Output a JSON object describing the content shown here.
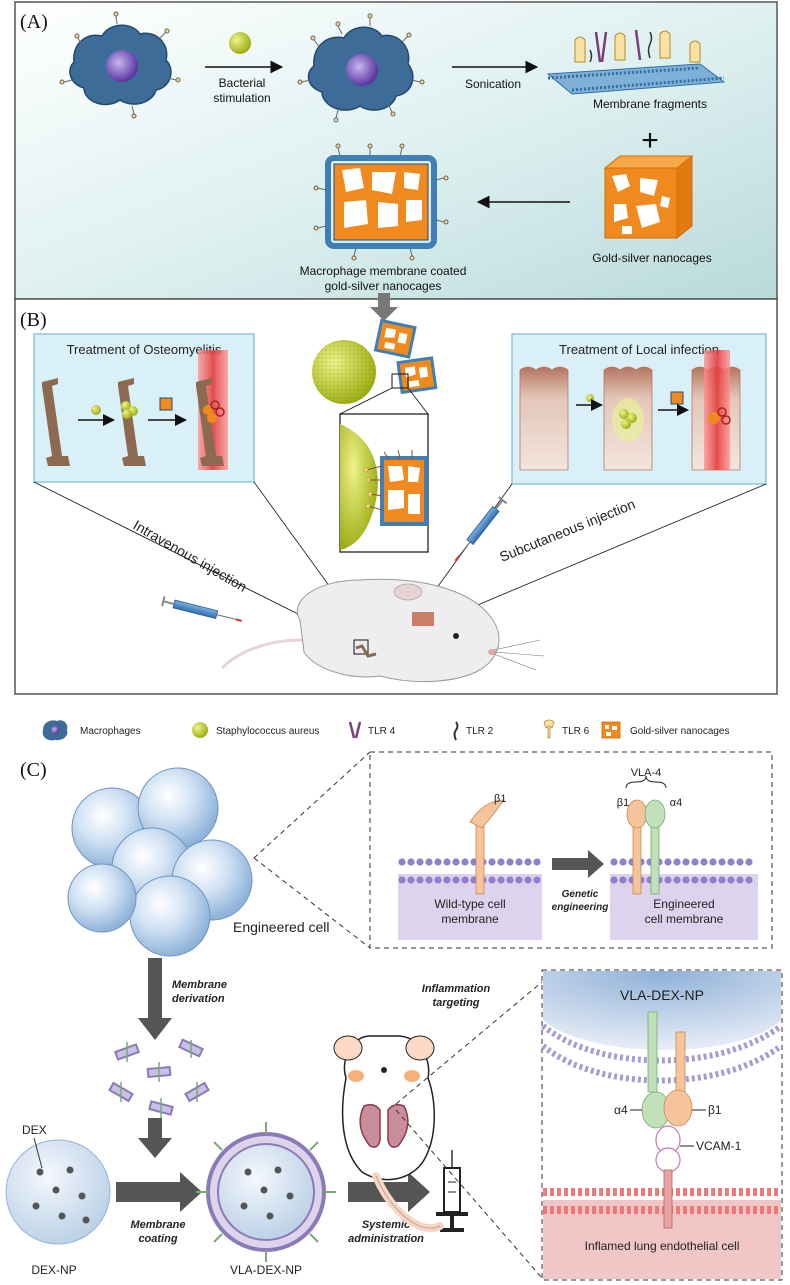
{
  "panel_a": {
    "tag": "(A)",
    "step1_label_line1": "Bacterial",
    "step1_label_line2": "stimulation",
    "step2_label": "Sonication",
    "fragments_label": "Membrane fragments",
    "plus_sign": "+",
    "nanocages_label": "Gold-silver nanocages",
    "coated_label_line1": "Macrophage membrane coated",
    "coated_label_line2": "gold-silver nanocages"
  },
  "panel_b": {
    "tag": "(B)",
    "osteo_title": "Treatment of Osteomyelitis",
    "local_title": "Treatment of Local infection",
    "iv_label": "Intravenous injection",
    "sc_label": "Subcutaneous injection"
  },
  "legend": {
    "items": [
      {
        "label": "Macrophages",
        "icon": "macrophage-icon"
      },
      {
        "label": "Staphylococcus aureus",
        "icon": "bacterium-icon"
      },
      {
        "label": "TLR 4",
        "icon": "tlr4-icon"
      },
      {
        "label": "TLR 2",
        "icon": "tlr2-icon"
      },
      {
        "label": "TLR 6",
        "icon": "tlr6-icon"
      },
      {
        "label": "Gold-silver nanocages",
        "icon": "nanocage-icon"
      }
    ]
  },
  "panel_c": {
    "tag": "(C)",
    "engineered_cell": "Engineered cell",
    "vla4": "VLA-4",
    "beta1": "β1",
    "alpha4": "α4",
    "genetic_line1": "Genetic",
    "genetic_line2": "engineering",
    "wildtype_line1": "Wild-type cell",
    "wildtype_line2": "membrane",
    "engineered_mem_line1": "Engineered",
    "engineered_mem_line2": "cell membrane",
    "membrane_derivation_line1": "Membrane",
    "membrane_derivation_line2": "derivation",
    "inflammation_line1": "Inflammation",
    "inflammation_line2": "targeting",
    "dex": "DEX",
    "dex_np": "DEX-NP",
    "membrane_coating_line1": "Membrane",
    "membrane_coating_line2": "coating",
    "vla_dex_np": "VLA-DEX-NP",
    "systemic_line1": "Systemic",
    "systemic_line2": "administration",
    "inset_title": "VLA-DEX-NP",
    "vcam1": "VCAM-1",
    "endothelial": "Inflamed lung endothelial cell"
  },
  "colors": {
    "macrophage": "#3d6c99",
    "nucleus": "#6a3fa8",
    "bacterium": "#b9c92a",
    "nanocage": "#f08a1e",
    "membrane_blue": "#3f7fb6",
    "bone": "#8b6a4f",
    "lavender": "#ddd3ec",
    "pink_endothelium": "#f0c6c6",
    "arrow_gray": "#555555"
  }
}
